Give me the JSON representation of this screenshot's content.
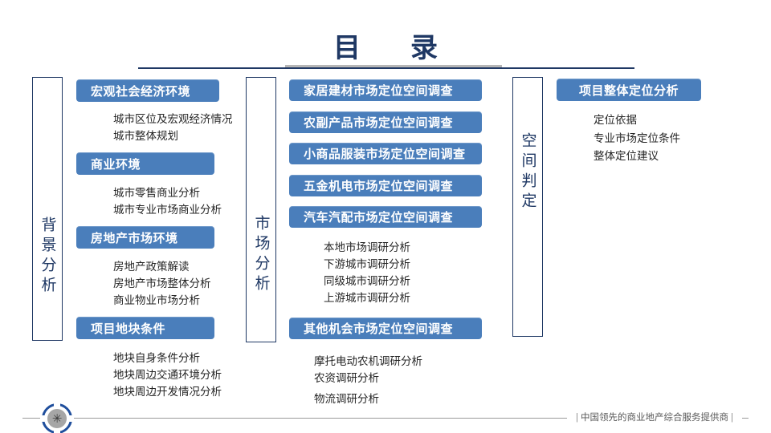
{
  "title": "目　录",
  "columns": [
    {
      "key": "background",
      "vertical_label": "背景分析",
      "sections": [
        {
          "header": "宏观社会经济环境",
          "items": [
            "城市区位及宏观经济情况",
            "城市整体规划"
          ]
        },
        {
          "header": "商业环境",
          "items": [
            "城市零售商业分析",
            "城市专业市场商业分析"
          ]
        },
        {
          "header": "房地产市场环境",
          "items": [
            "房地产政策解读",
            "房地产市场整体分析",
            "商业物业市场分析"
          ]
        },
        {
          "header": "项目地块条件",
          "items": [
            "地块自身条件分析",
            "地块周边交通环境分析",
            "地块周边开发情况分析"
          ]
        }
      ]
    },
    {
      "key": "market",
      "vertical_label": "市场分析",
      "sections": [
        {
          "header": "家居建材市场定位空间调查",
          "items": []
        },
        {
          "header": "农副产品市场定位空间调查",
          "items": []
        },
        {
          "header": "小商品服装市场定位空间调查",
          "items": []
        },
        {
          "header": "五金机电市场定位空间调查",
          "items": []
        },
        {
          "header": "汽车汽配市场定位空间调查",
          "items": [
            "本地市场调研分析",
            "下游城市调研分析",
            "同级城市调研分析",
            "上游城市调研分析"
          ]
        },
        {
          "header": "其他机会市场定位空间调查",
          "items": [
            "摩托电动农机调研分析",
            "农资调研分析",
            "物流调研分析"
          ]
        }
      ]
    },
    {
      "key": "space",
      "vertical_label": "空间判定",
      "sections": [
        {
          "header": "项目整体定位分析",
          "items": [
            "定位依据",
            "专业市场定位条件",
            "整体定位建议"
          ]
        }
      ]
    }
  ],
  "footer": {
    "tagline": "中国领先的商业地产综合服务提供商",
    "left_pipe": "|",
    "right_pipe": "|",
    "logo_glyph": "✳"
  },
  "colors": {
    "bar_blue": "#4a7ebb",
    "navy": "#1f3864",
    "sub_text": "#262626"
  }
}
